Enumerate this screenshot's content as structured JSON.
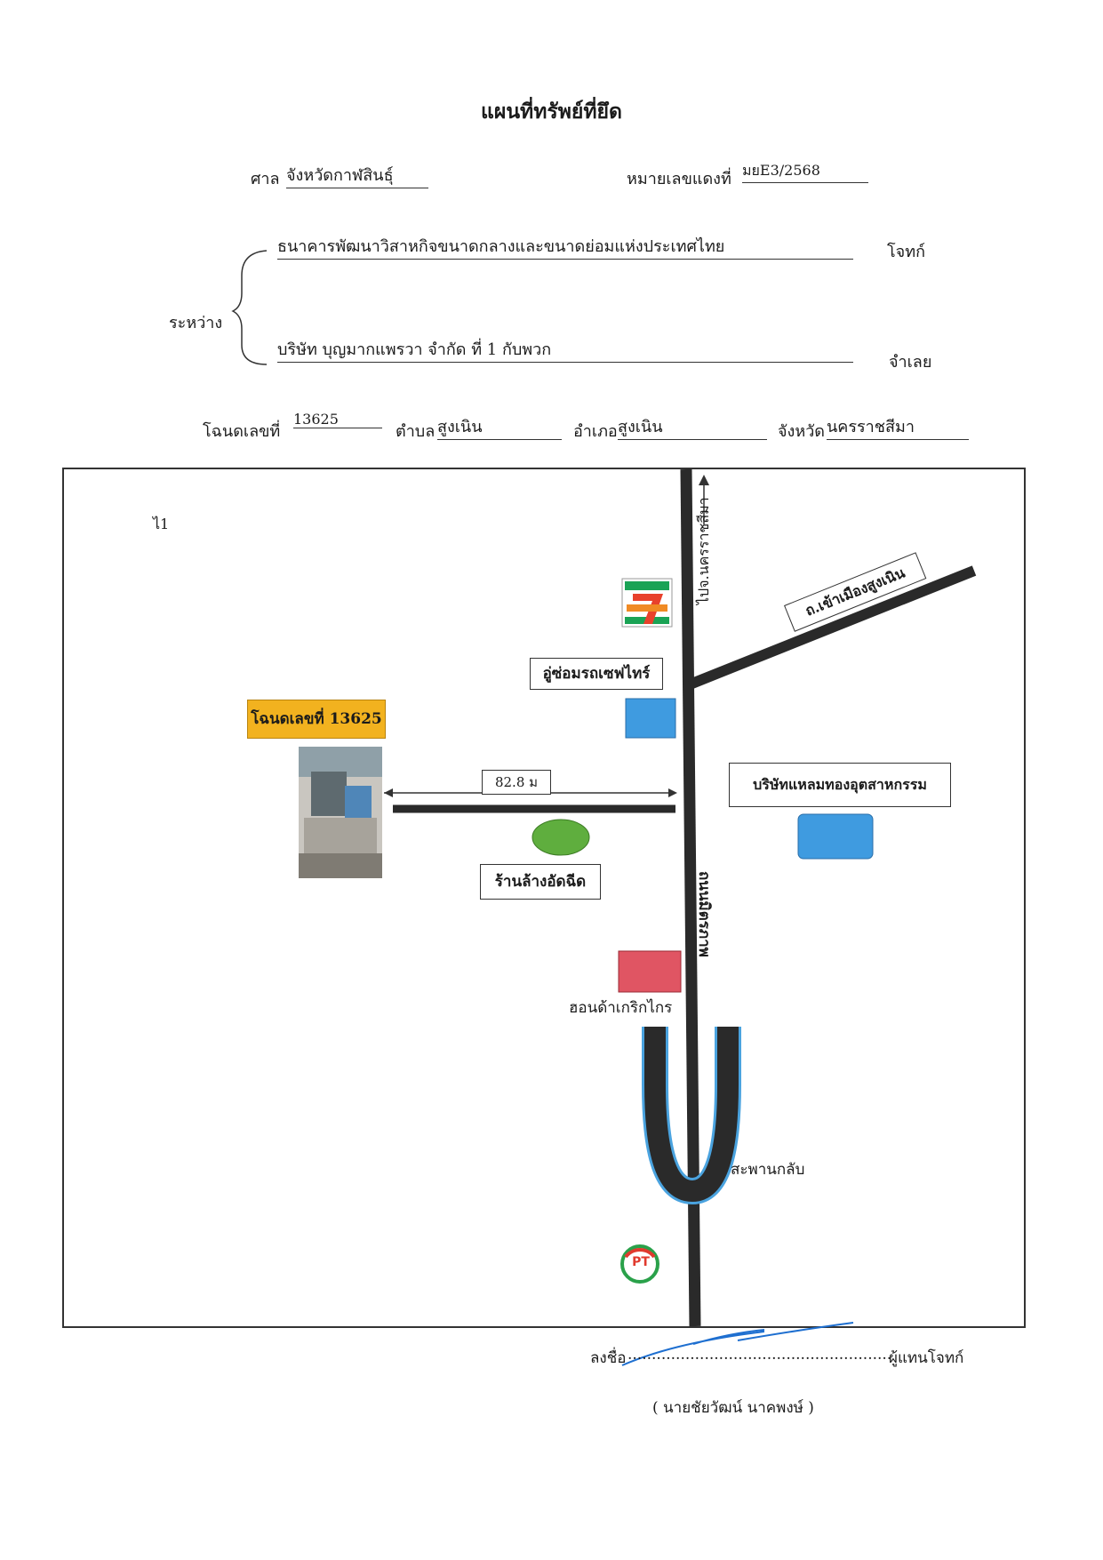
{
  "document": {
    "title": "แผนที่ทรัพย์ที่ยึด",
    "court_label": "ศาล",
    "court_value": "จังหวัดกาฬสินธุ์",
    "case_no_label": "หมายเลขแดงที่",
    "case_no_value": "มยE3/2568",
    "between_label": "ระหว่าง",
    "plaintiff_value": "ธนาคารพัฒนาวิสาหกิจขนาดกลางและขนาดย่อมแห่งประเทศไทย",
    "plaintiff_label": "โจทก์",
    "defendant_value": "บริษัท บุญมากแพรวา จำกัด ที่ 1 กับพวก",
    "defendant_label": "จำเลย",
    "deed_label": "โฉนดเลขที่",
    "deed_value": "13625",
    "tambon_label": "ตำบล",
    "tambon_value": "สูงเนิน",
    "amphoe_label": "อำเภอ",
    "amphoe_value": "สูงเนิน",
    "province_label": "จังหวัด",
    "province_value": "นครราชสีมา"
  },
  "map": {
    "stray_mark": "ไ1",
    "to_korat": "ไปจ.นครราชสีมา",
    "seven_eleven_logo": "7 ELEVEN",
    "side_road": "ถ.เข้าเมืองสูงเนิน",
    "garage": "อู่ซ่อมรถเซฟไทร์",
    "deed_box": "โฉนดเลขที่ 13625",
    "distance": "82.8 ม",
    "company": "บริษัทแหลมทองอุตสาหกรรม",
    "car_wash": "ร้านล้างอัดฉีด",
    "main_road": "ถนนมิตรภาพ",
    "warehouse": "ฮอนด้าเกริกไกร",
    "u_turn_bridge": "สะพานกลับ",
    "pt_logo": "PT",
    "colors": {
      "road": "#2a2a2a",
      "blue_building": "#3f9be0",
      "red_building": "#e05563",
      "green_building": "#5fae3e",
      "deed_box": "#f2b21f",
      "u_turn_outline": "#4aa3df",
      "signature": "#1e6fd0"
    }
  },
  "footer": {
    "sign_label": "ลงชื่อ",
    "sign_dots": "..............................................................................",
    "sign_role": "ผู้แทนโจทก์",
    "signer_name": "( นายชัยวัฒน์ นาคพงษ์ )"
  }
}
